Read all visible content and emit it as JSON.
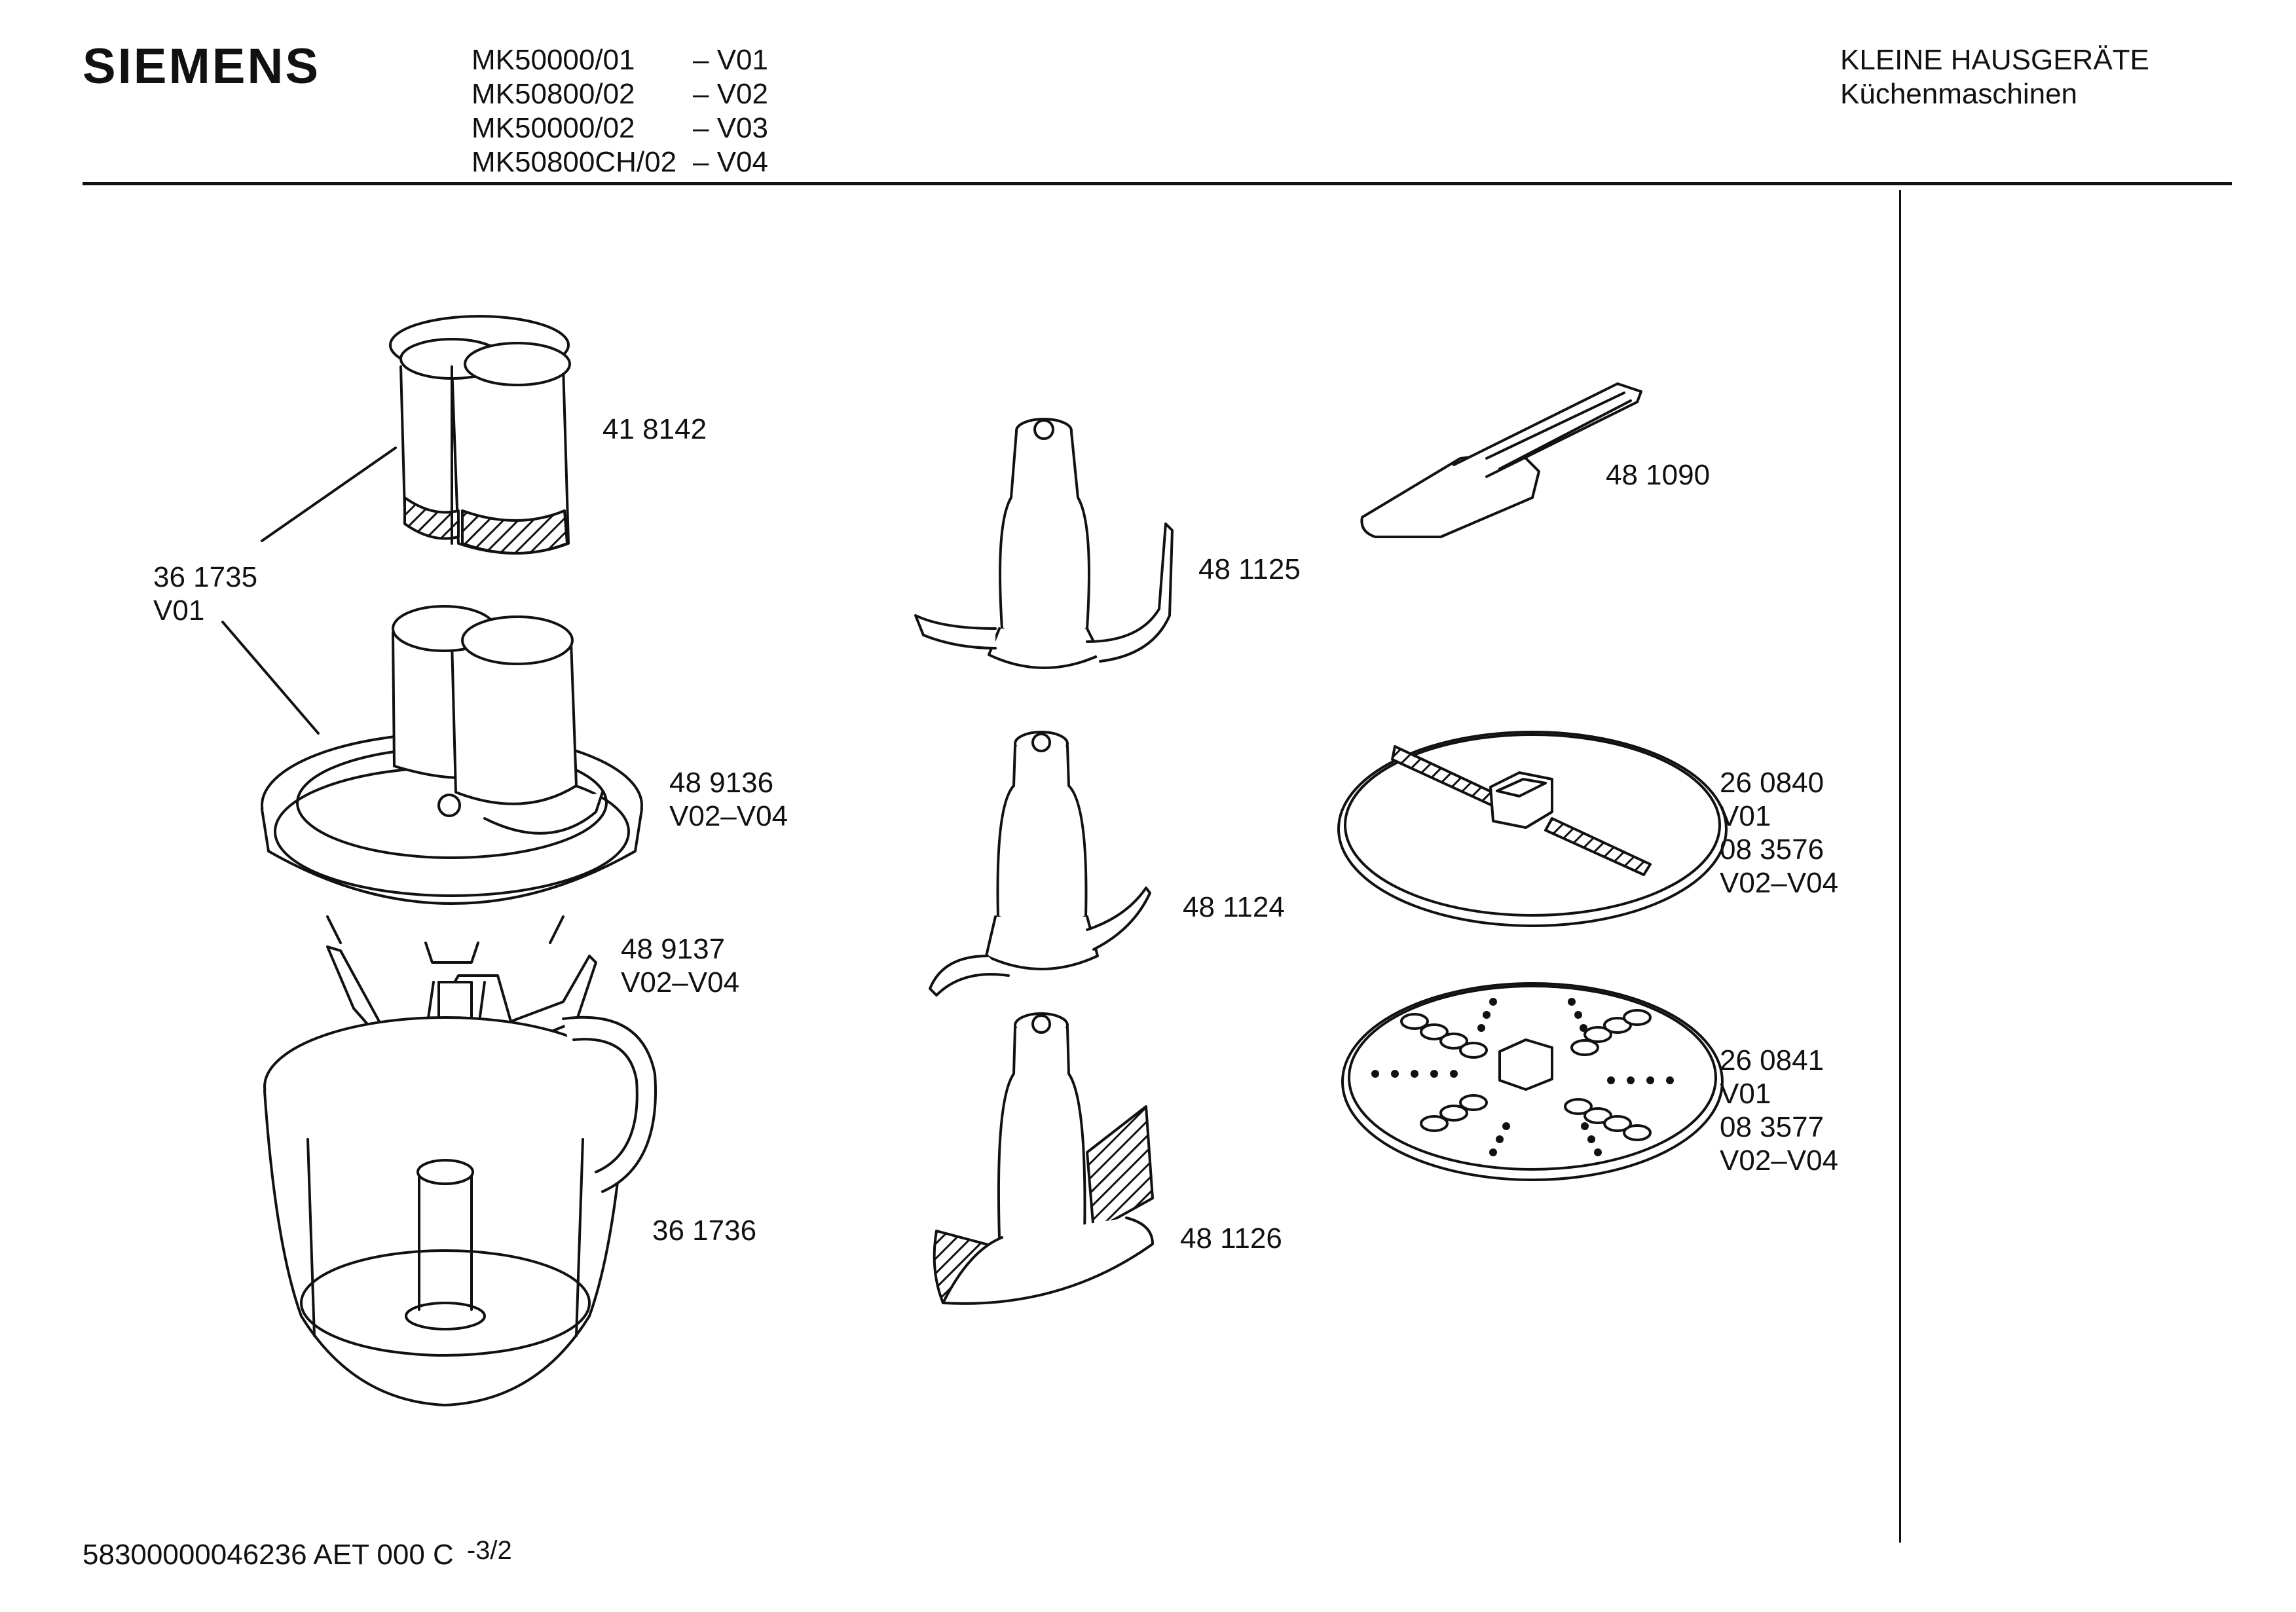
{
  "header": {
    "brand": "SIEMENS",
    "models": [
      {
        "model": "MK50000/01",
        "variant": "– V01"
      },
      {
        "model": "MK50800/02",
        "variant": "– V02"
      },
      {
        "model": "MK50000/02",
        "variant": "– V03"
      },
      {
        "model": "MK50800CH/02",
        "variant": "– V04"
      }
    ],
    "category": "KLEINE HAUSGERÄTE",
    "subcategory": "Küchenmaschinen"
  },
  "parts": {
    "p418142": "41 8142",
    "p361735": "36 1735",
    "p361735_v": "V01",
    "p489136": "48 9136",
    "p489136_v": "V02–V04",
    "p489137": "48 9137",
    "p489137_v": "V02–V04",
    "p361736": "36 1736",
    "p481125": "48 1125",
    "p481124": "48 1124",
    "p481126": "48 1126",
    "p481090": "48 1090",
    "p260840": "26 0840",
    "p260840_v1": "V01",
    "p083576": "08 3576",
    "p083576_v": "V02–V04",
    "p260841": "26 0841",
    "p260841_v1": "V01",
    "p083577": "08 3577",
    "p083577_v": "V02–V04"
  },
  "footer": {
    "code": "58300000046236 AET 000 C",
    "page": "-3/2"
  }
}
